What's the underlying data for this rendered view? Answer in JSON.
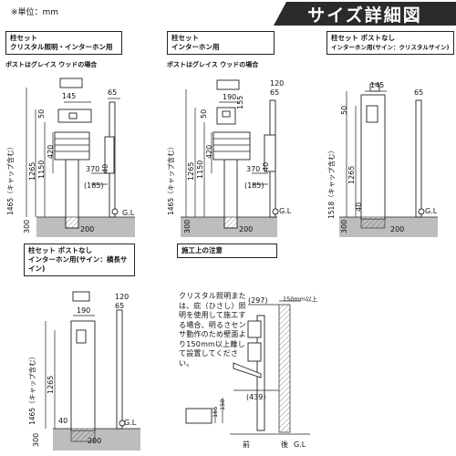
{
  "header": {
    "unit": "※単位：mm",
    "title": "サイズ詳細図"
  },
  "panels": {
    "p1": {
      "title_line1": "柱セット",
      "title_line2": "クリスタル照明・インターホン用",
      "note": "ポストはグレイス ウッドの場合",
      "dims": [
        "145",
        "50",
        "1465（キャップ含む）",
        "1265",
        "1150",
        "420",
        "370",
        "(185)",
        "40",
        "65",
        "300",
        "200",
        "G.L"
      ]
    },
    "p2": {
      "title_line1": "柱セット",
      "title_line2": "インターホン用",
      "note": "ポストはグレイス ウッドの場合",
      "dims": [
        "190",
        "155",
        "120",
        "65",
        "50",
        "1465（キャップ含む）",
        "1265",
        "1150",
        "420",
        "370",
        "(185)",
        "40",
        "300",
        "200",
        "G.L"
      ]
    },
    "p3": {
      "title_line1": "柱セット ポストなし",
      "title_line2": "インターホン用(サイン：クリスタルサイン)",
      "dims": [
        "145",
        "65",
        "50",
        "1518（キャップ含む）",
        "1265",
        "40",
        "300",
        "200",
        "G.L"
      ]
    },
    "p4": {
      "title_line1": "柱セット ポストなし",
      "title_line2": "インターホン用(サイン：横長サイン)",
      "dims": [
        "190",
        "120",
        "65",
        "1465（キャップ含む）",
        "1265",
        "40",
        "300",
        "200",
        "G.L"
      ]
    },
    "p5": {
      "title": "施工上の注意",
      "note": "クリスタル照明または、庇（ひさし）照明を使用して施工する場合、明るさセンサ動作のため壁面より150mm以上離して設置してください。",
      "dims": [
        "(297)",
        "150mm以上",
        "(439)",
        "165",
        "150",
        "前",
        "後",
        "G.L"
      ]
    }
  }
}
